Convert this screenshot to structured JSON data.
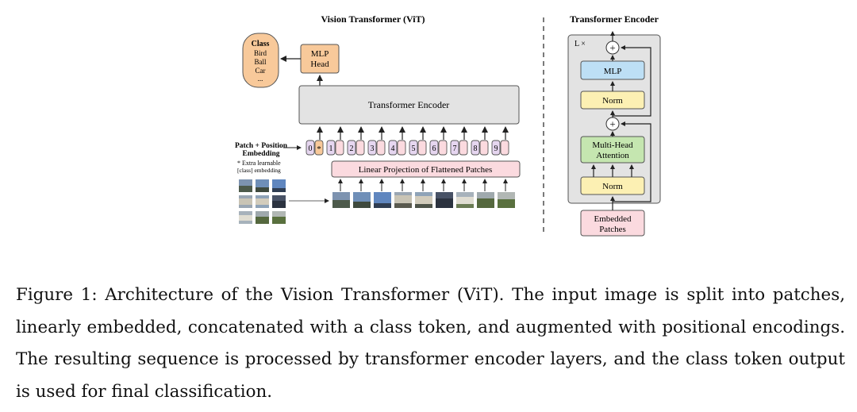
{
  "vit": {
    "title": "Vision Transformer (ViT)",
    "class_box": {
      "title": "Class",
      "items": [
        "Bird",
        "Ball",
        "Car",
        "..."
      ]
    },
    "mlp_head": [
      "MLP",
      "Head"
    ],
    "encoder_label": "Transformer Encoder",
    "embedding_label": [
      "Patch + Position",
      "Embedding"
    ],
    "note_line1": "* Extra learnable",
    "note_line2": "[class] embedding",
    "tokens": [
      "0",
      "1",
      "2",
      "3",
      "4",
      "5",
      "6",
      "7",
      "8",
      "9"
    ],
    "class_token_marker": "*",
    "projection_label": "Linear Projection of Flattened Patches"
  },
  "encoder": {
    "title": "Transformer Encoder",
    "repeat": "L ×",
    "add_symbol": "+",
    "mlp": "MLP",
    "norm": "Norm",
    "attention": [
      "Multi-Head",
      "Attention"
    ],
    "embedded_patches": [
      "Embedded",
      "Patches"
    ]
  },
  "colors": {
    "class_box": "#f8c99a",
    "mlp_head": "#f8c99a",
    "encoder_box": "#e3e3e3",
    "token": "#e6d6f0",
    "projection": "#fbdadf",
    "mlp": "#bddff5",
    "norm": "#fcf0b3",
    "attention": "#c5e6b0",
    "embedded": "#fbdadf"
  },
  "caption": "Figure 1: Architecture of the Vision Transformer (ViT). The input image is split into patches, linearly embedded, concatenated with a class token, and augmented with positional encodings. The resulting sequence is processed by transformer encoder layers, and the class token output is used for final classification."
}
